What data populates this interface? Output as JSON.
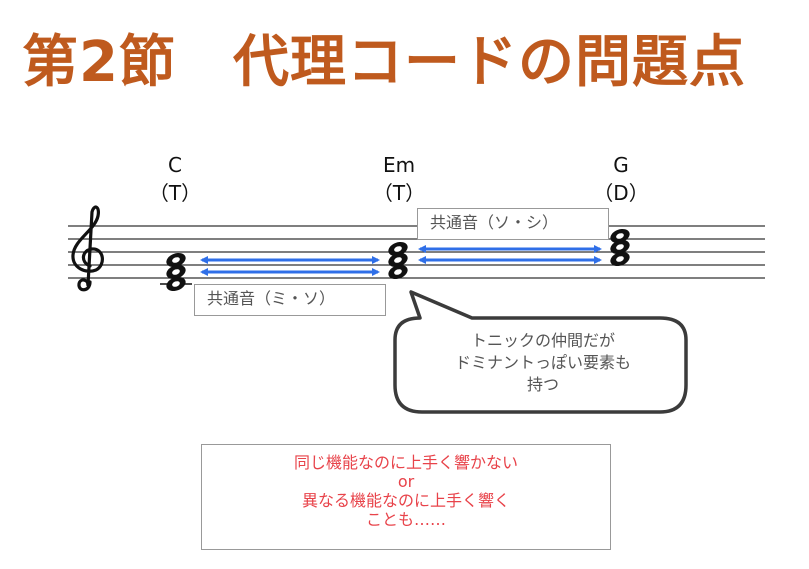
{
  "title": "第2節　代理コードの問題点",
  "chords": [
    {
      "name": "C",
      "function": "（T）"
    },
    {
      "name": "Em",
      "function": "（T）"
    },
    {
      "name": "G",
      "function": "（D）"
    }
  ],
  "common_tones": [
    {
      "label": "共通音（ミ・ソ）"
    },
    {
      "label": "共通音（ソ・シ）"
    }
  ],
  "callout": {
    "lines": [
      "トニックの仲間だが",
      "ドミナントっぽい要素も",
      "持つ"
    ]
  },
  "summary": {
    "lines": [
      "同じ機能なのに上手く響かない",
      "or",
      "異なる機能なのに上手く響く",
      "ことも……"
    ]
  },
  "colors": {
    "title": "#bf5a1e",
    "arrow": "#2f6fe8",
    "summary_text": "#e8434a"
  }
}
